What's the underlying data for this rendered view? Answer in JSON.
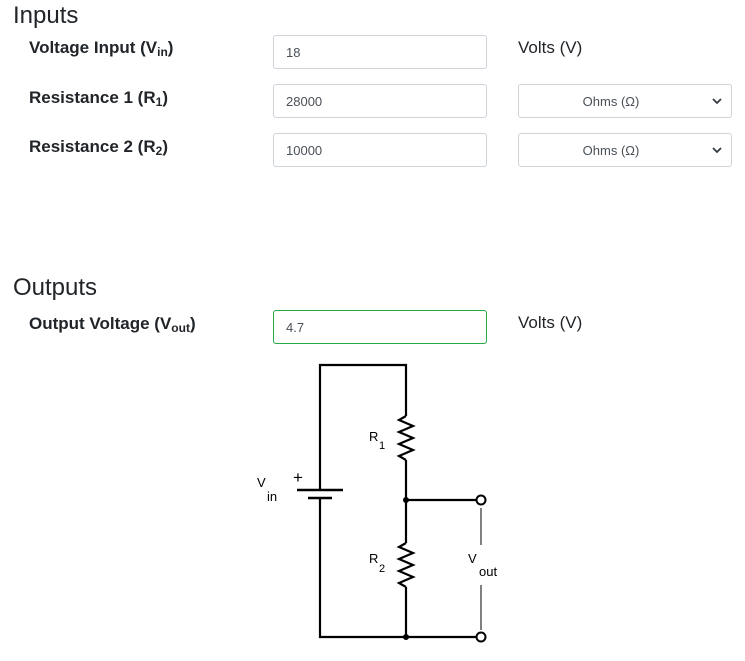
{
  "inputs": {
    "title": "Inputs",
    "voltage": {
      "label": "Voltage Input (V",
      "sub": "in",
      "label_end": ")",
      "value": "18",
      "unit": "Volts (V)"
    },
    "r1": {
      "label": "Resistance 1 (R",
      "sub": "1",
      "label_end": ")",
      "value": "28000",
      "unit": "Ohms (Ω)"
    },
    "r2": {
      "label": "Resistance 2 (R",
      "sub": "2",
      "label_end": ")",
      "value": "10000",
      "unit": "Ohms (Ω)"
    }
  },
  "outputs": {
    "title": "Outputs",
    "vout": {
      "label": "Output Voltage (V",
      "sub": "out",
      "label_end": ")",
      "value": "4.7",
      "unit": "Volts (V)"
    }
  },
  "diagram": {
    "plus": "+",
    "vin_main": "V",
    "vin_sub": "in",
    "r1_main": "R",
    "r1_sub": "1",
    "r2_main": "R",
    "r2_sub": "2",
    "vout_main": "V",
    "vout_sub": "out"
  },
  "colors": {
    "valid_border": "#28a745",
    "border": "#ced4da",
    "text": "#212529"
  },
  "icons": {
    "select_chevron": "chevron-down-icon"
  }
}
